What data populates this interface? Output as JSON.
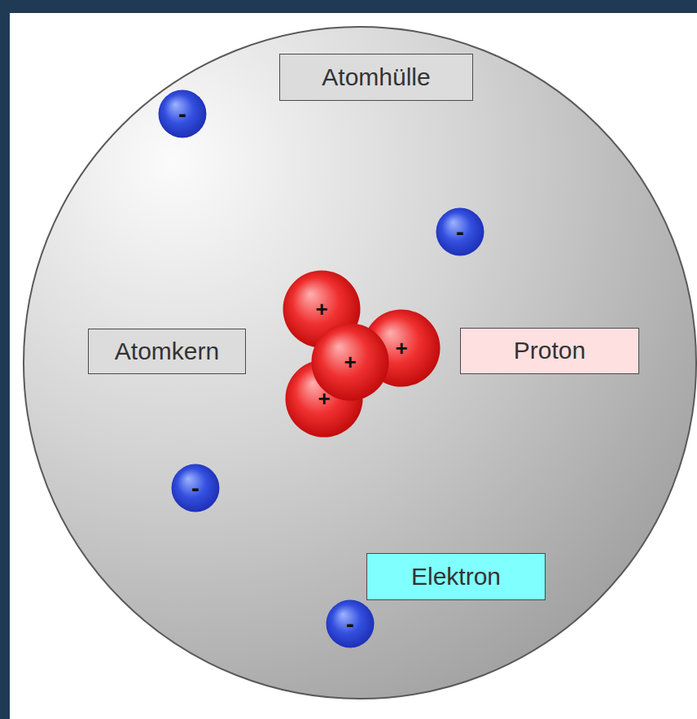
{
  "diagram": {
    "nodes": [
      {
        "text": [
          "Atomhülle"
        ]
      },
      {
        "text": [
          "-"
        ]
      },
      {
        "text": [
          "-"
        ]
      },
      {
        "text": [
          "+"
        ]
      },
      {
        "text": [
          "Atomkern"
        ]
      },
      {
        "text": [
          "+"
        ]
      },
      {
        "text": [
          "+"
        ]
      },
      {
        "text": [
          "Proton"
        ]
      },
      {
        "text": [
          "+"
        ]
      },
      {
        "text": [
          "-"
        ]
      },
      {
        "text": [
          "Elektron"
        ]
      },
      {
        "text": [
          "-"
        ]
      }
    ]
  }
}
